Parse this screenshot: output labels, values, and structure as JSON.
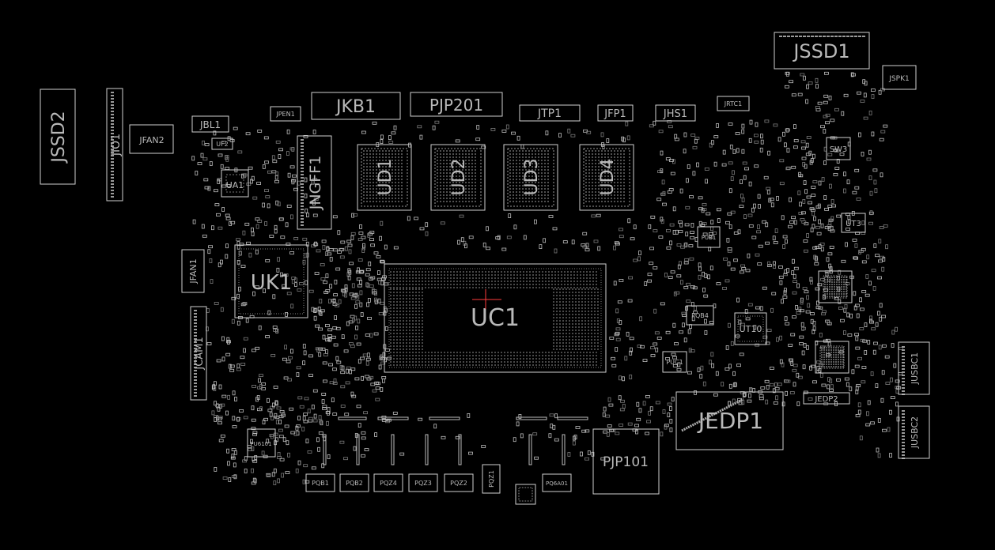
{
  "components": {
    "jssd1": "JSSD1",
    "jspk1": "JSPK1",
    "jssd2": "JSSD2",
    "jio1": "JIO1",
    "jfan2": "JFAN2",
    "jbl1": "JBL1",
    "uf2": "UF2",
    "jpen1": "JPEN1",
    "jkb1": "JKB1",
    "pjp201": "PJP201",
    "jtp1": "JTP1",
    "jfp1": "JFP1",
    "jhs1": "JHS1",
    "jrtc1": "JRTC1",
    "ua1": "UA1",
    "jngff1": "JNGFF1",
    "ud1": "UD1",
    "ud2": "UD2",
    "ud3": "UD3",
    "ud4": "UD4",
    "sw3": "SW3",
    "ut3": "UT3",
    "pub1": "PUB1",
    "jfan1": "JFAN1",
    "uk1": "UK1",
    "uc1": "UC1",
    "pqb4": "PQB4",
    "ut10": "UT10",
    "puc1": "PUC1",
    "jcam1": "JCAM1",
    "jusbc1": "JUSBC1",
    "jedp2": "JEDP2",
    "jedp1": "JEDP1",
    "jusbc2": "JUSBC2",
    "pjp101": "PJP101",
    "pu6101": "PU6101",
    "pqb1": "PQB1",
    "pqb2": "PQB2",
    "pqz4": "PQZ4",
    "pqz3": "PQZ3",
    "pqz2": "PQZ2",
    "pqz1": "PQZ1",
    "pq6a01": "PQ6A01"
  },
  "colors": {
    "background": "#000000",
    "outline": "#cfcfcf",
    "label": "#b9b9b9",
    "marker": "#ff3b3b"
  }
}
